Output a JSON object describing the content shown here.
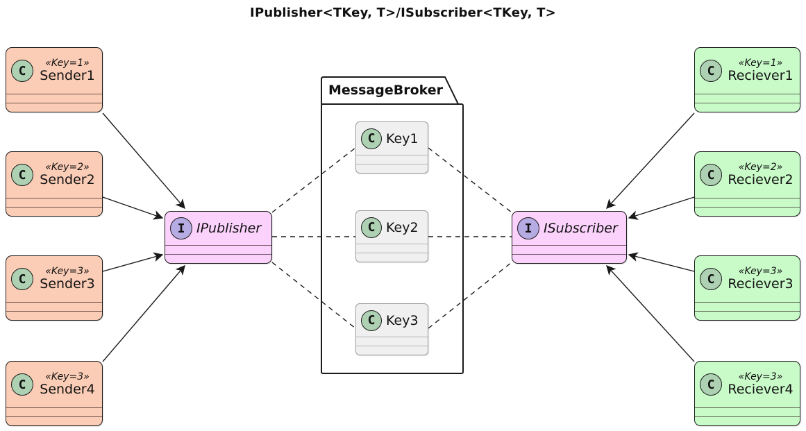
{
  "title": "IPublisher<TKey, T>/ISubscriber<TKey, T>",
  "icons": {
    "class_letter": "C",
    "interface_letter": "I"
  },
  "colors": {
    "sender_fill": "#FBCDB6",
    "receiver_fill": "#C9FBC9",
    "interface_fill": "#FBD2FB",
    "key_fill": "#F0F0F0",
    "class_circle": "#ADD1B2",
    "interface_circle": "#B6ABE2",
    "line": "#1a1a1a"
  },
  "senders": [
    {
      "stereotype": "«Key=1»",
      "name": "Sender1"
    },
    {
      "stereotype": "«Key=2»",
      "name": "Sender2"
    },
    {
      "stereotype": "«Key=3»",
      "name": "Sender3"
    },
    {
      "stereotype": "«Key=3»",
      "name": "Sender4"
    }
  ],
  "receivers": [
    {
      "stereotype": "«Key=1»",
      "name": "Reciever1"
    },
    {
      "stereotype": "«Key=2»",
      "name": "Reciever2"
    },
    {
      "stereotype": "«Key=3»",
      "name": "Reciever3"
    },
    {
      "stereotype": "«Key=3»",
      "name": "Reciever4"
    }
  ],
  "interfaces": {
    "publisher": {
      "name": "IPublisher"
    },
    "subscriber": {
      "name": "ISubscriber"
    }
  },
  "broker": {
    "title": "MessageBroker",
    "keys": [
      {
        "name": "Key1"
      },
      {
        "name": "Key2"
      },
      {
        "name": "Key3"
      }
    ]
  },
  "edges": {
    "solid_arrows": [
      {
        "from": "Sender1",
        "to": "IPublisher"
      },
      {
        "from": "Sender2",
        "to": "IPublisher"
      },
      {
        "from": "Sender3",
        "to": "IPublisher"
      },
      {
        "from": "Sender4",
        "to": "IPublisher"
      },
      {
        "from": "Reciever1",
        "to": "ISubscriber"
      },
      {
        "from": "Reciever2",
        "to": "ISubscriber"
      },
      {
        "from": "Reciever3",
        "to": "ISubscriber"
      },
      {
        "from": "Reciever4",
        "to": "ISubscriber"
      }
    ],
    "dashed_links": [
      {
        "from": "IPublisher",
        "to": "Key1"
      },
      {
        "from": "IPublisher",
        "to": "Key2"
      },
      {
        "from": "IPublisher",
        "to": "Key3"
      },
      {
        "from": "Key1",
        "to": "ISubscriber"
      },
      {
        "from": "Key2",
        "to": "ISubscriber"
      },
      {
        "from": "Key3",
        "to": "ISubscriber"
      }
    ]
  }
}
